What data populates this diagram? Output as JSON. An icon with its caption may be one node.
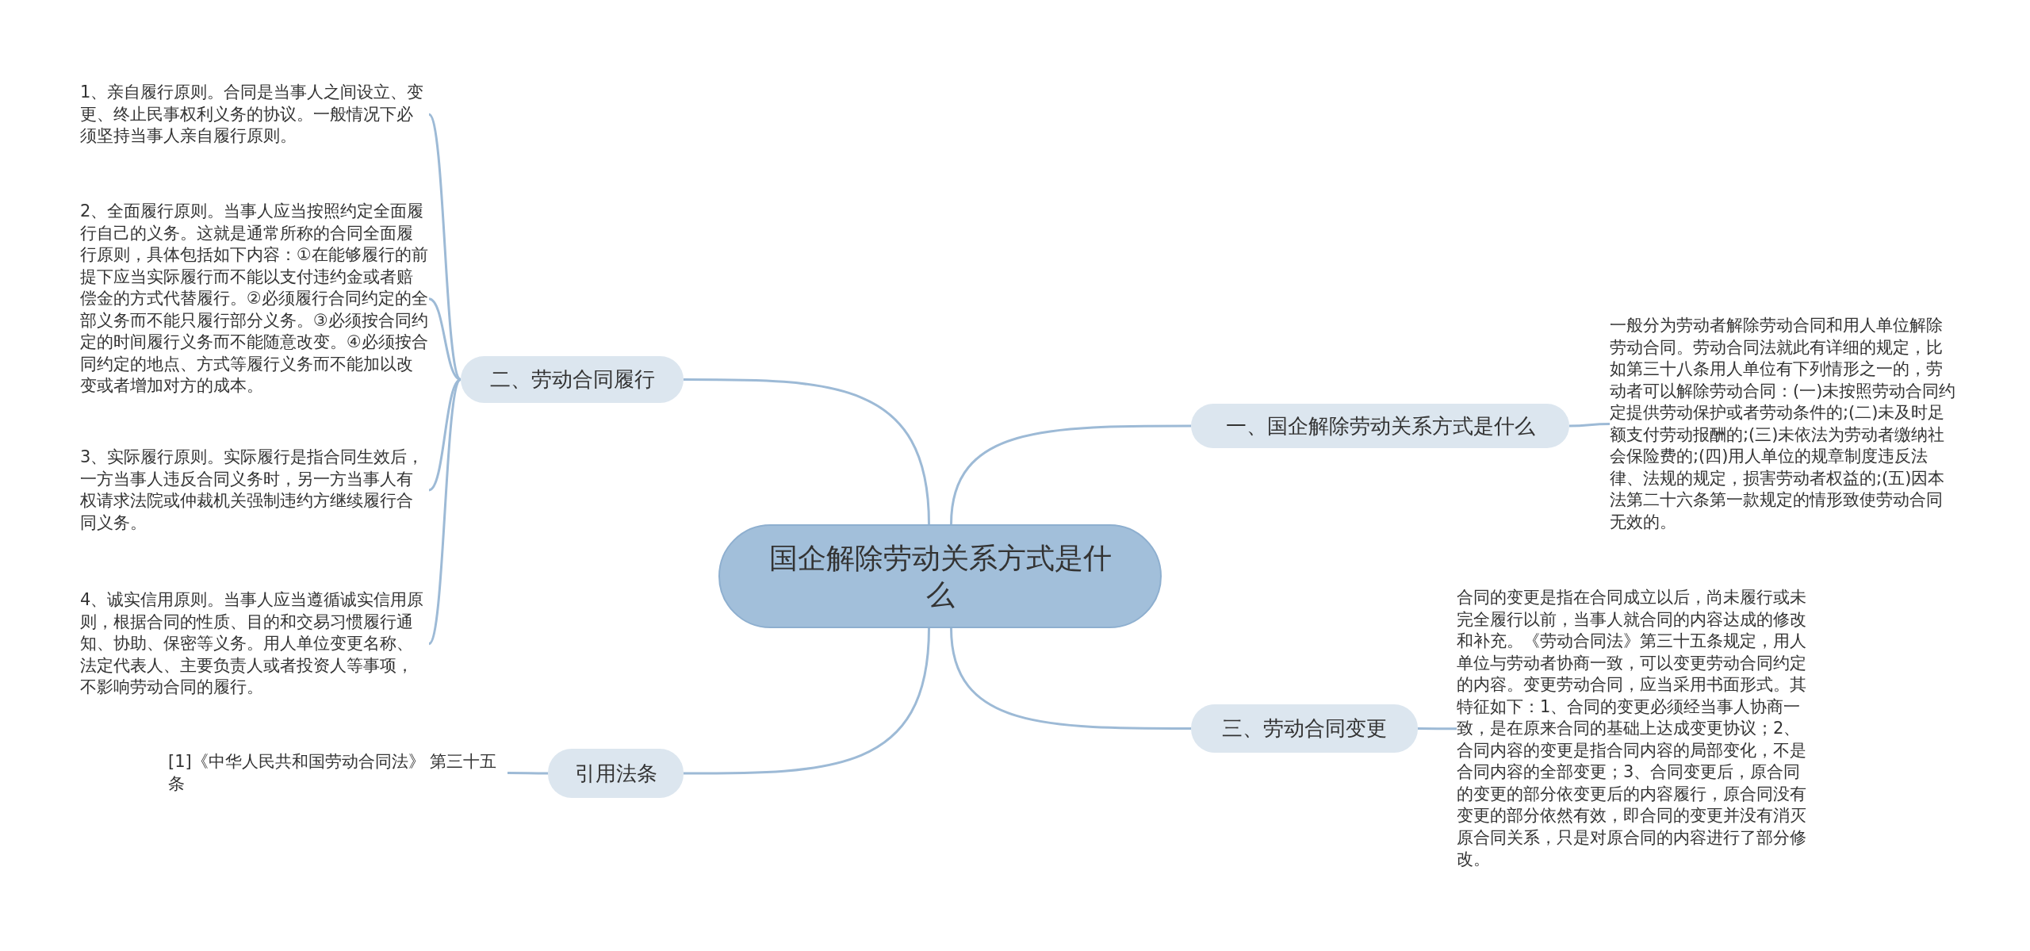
{
  "diagram": {
    "nodes": [
      {
        "text": [
          "国企解除劳动关系方式是什么"
        ]
      },
      {
        "text": [
          "一、国企解除劳动关系方式是什么"
        ]
      },
      {
        "text": [
          "一般分为劳动者解除劳动合同和用人单位解除劳动合同。劳动合同法就此有详细的规定，比如第三十八条用人单位有下列情形之一的，劳动者可以解除劳动合同：(一)未按照劳动合同约定提供劳动保护或者劳动条件的;(二)未及时足额支付劳动报酬的;(三)未依法为劳动者缴纳社会保险费的;(四)用人单位的规章制度违反法律、法规的规定，损害劳动者权益的;(五)因本法第二十六条第一款规定的情形致使劳动合同无效的。"
        ]
      },
      {
        "text": [
          "二、劳动合同履行"
        ]
      },
      {
        "text": [
          "1、亲自履行原则。合同是当事人之间设立、变更、终止民事权利义务的协议。一般情况下必须坚持当事人亲自履行原则。"
        ]
      },
      {
        "text": [
          "2、全面履行原则。当事人应当按照约定全面履行自己的义务。这就是通常所称的合同全面履行原则，具体包括如下内容：①在能够履行的前提下应当实际履行而不能以支付违约金或者赔偿金的方式代替履行。②必须履行合同约定的全部义务而不能只履行部分义务。③必须按合同约定的时间履行义务而不能随意改变。④必须按合同约定的地点、方式等履行义务而不能加以改变或者增加对方的成本。"
        ]
      },
      {
        "text": [
          "3、实际履行原则。实际履行是指合同生效后，一方当事人违反合同义务时，另一方当事人有权请求法院或仲裁机关强制违约方继续履行合同义务。"
        ]
      },
      {
        "text": [
          "4、诚实信用原则。当事人应当遵循诚实信用原则，根据合同的性质、目的和交易习惯履行通知、协助、保密等义务。用人单位变更名称、法定代表人、主要负责人或者投资人等事项，不影响劳动合同的履行。"
        ]
      },
      {
        "text": [
          "三、劳动合同变更"
        ]
      },
      {
        "text": [
          "合同的变更是指在合同成立以后，尚未履行或未完全履行以前，当事人就合同的内容达成的修改和补充。《劳动合同法》第三十五条规定，用人单位与劳动者协商一致，可以变更劳动合同约定的内容。变更劳动合同，应当采用书面形式。其特征如下：1、合同的变更必须经当事人协商一致，是在原来合同的基础上达成变更协议；2、合同内容的变更是指合同内容的局部变化，不是合同内容的全部变更；3、合同变更后，原合同的变更的部分依变更后的内容履行，原合同没有变更的部分依然有效，即合同的变更并没有消灭原合同关系，只是对原合同的内容进行了部分修改。"
        ]
      },
      {
        "text": [
          "引用法条"
        ]
      },
      {
        "text": [
          "[1]《中华人民共和国劳动合同法》 第三十五条"
        ]
      }
    ],
    "edges": [
      {
        "from": 0,
        "to": 1,
        "arrow": "none"
      },
      {
        "from": 1,
        "to": 2,
        "arrow": "none"
      },
      {
        "from": 0,
        "to": 3,
        "arrow": "none"
      },
      {
        "from": 3,
        "to": 4,
        "arrow": "none"
      },
      {
        "from": 3,
        "to": 5,
        "arrow": "none"
      },
      {
        "from": 3,
        "to": 6,
        "arrow": "none"
      },
      {
        "from": 3,
        "to": 7,
        "arrow": "none"
      },
      {
        "from": 0,
        "to": 8,
        "arrow": "none"
      },
      {
        "from": 8,
        "to": 9,
        "arrow": "none"
      },
      {
        "from": 0,
        "to": 10,
        "arrow": "none"
      },
      {
        "from": 10,
        "to": 11,
        "arrow": "none"
      }
    ]
  }
}
